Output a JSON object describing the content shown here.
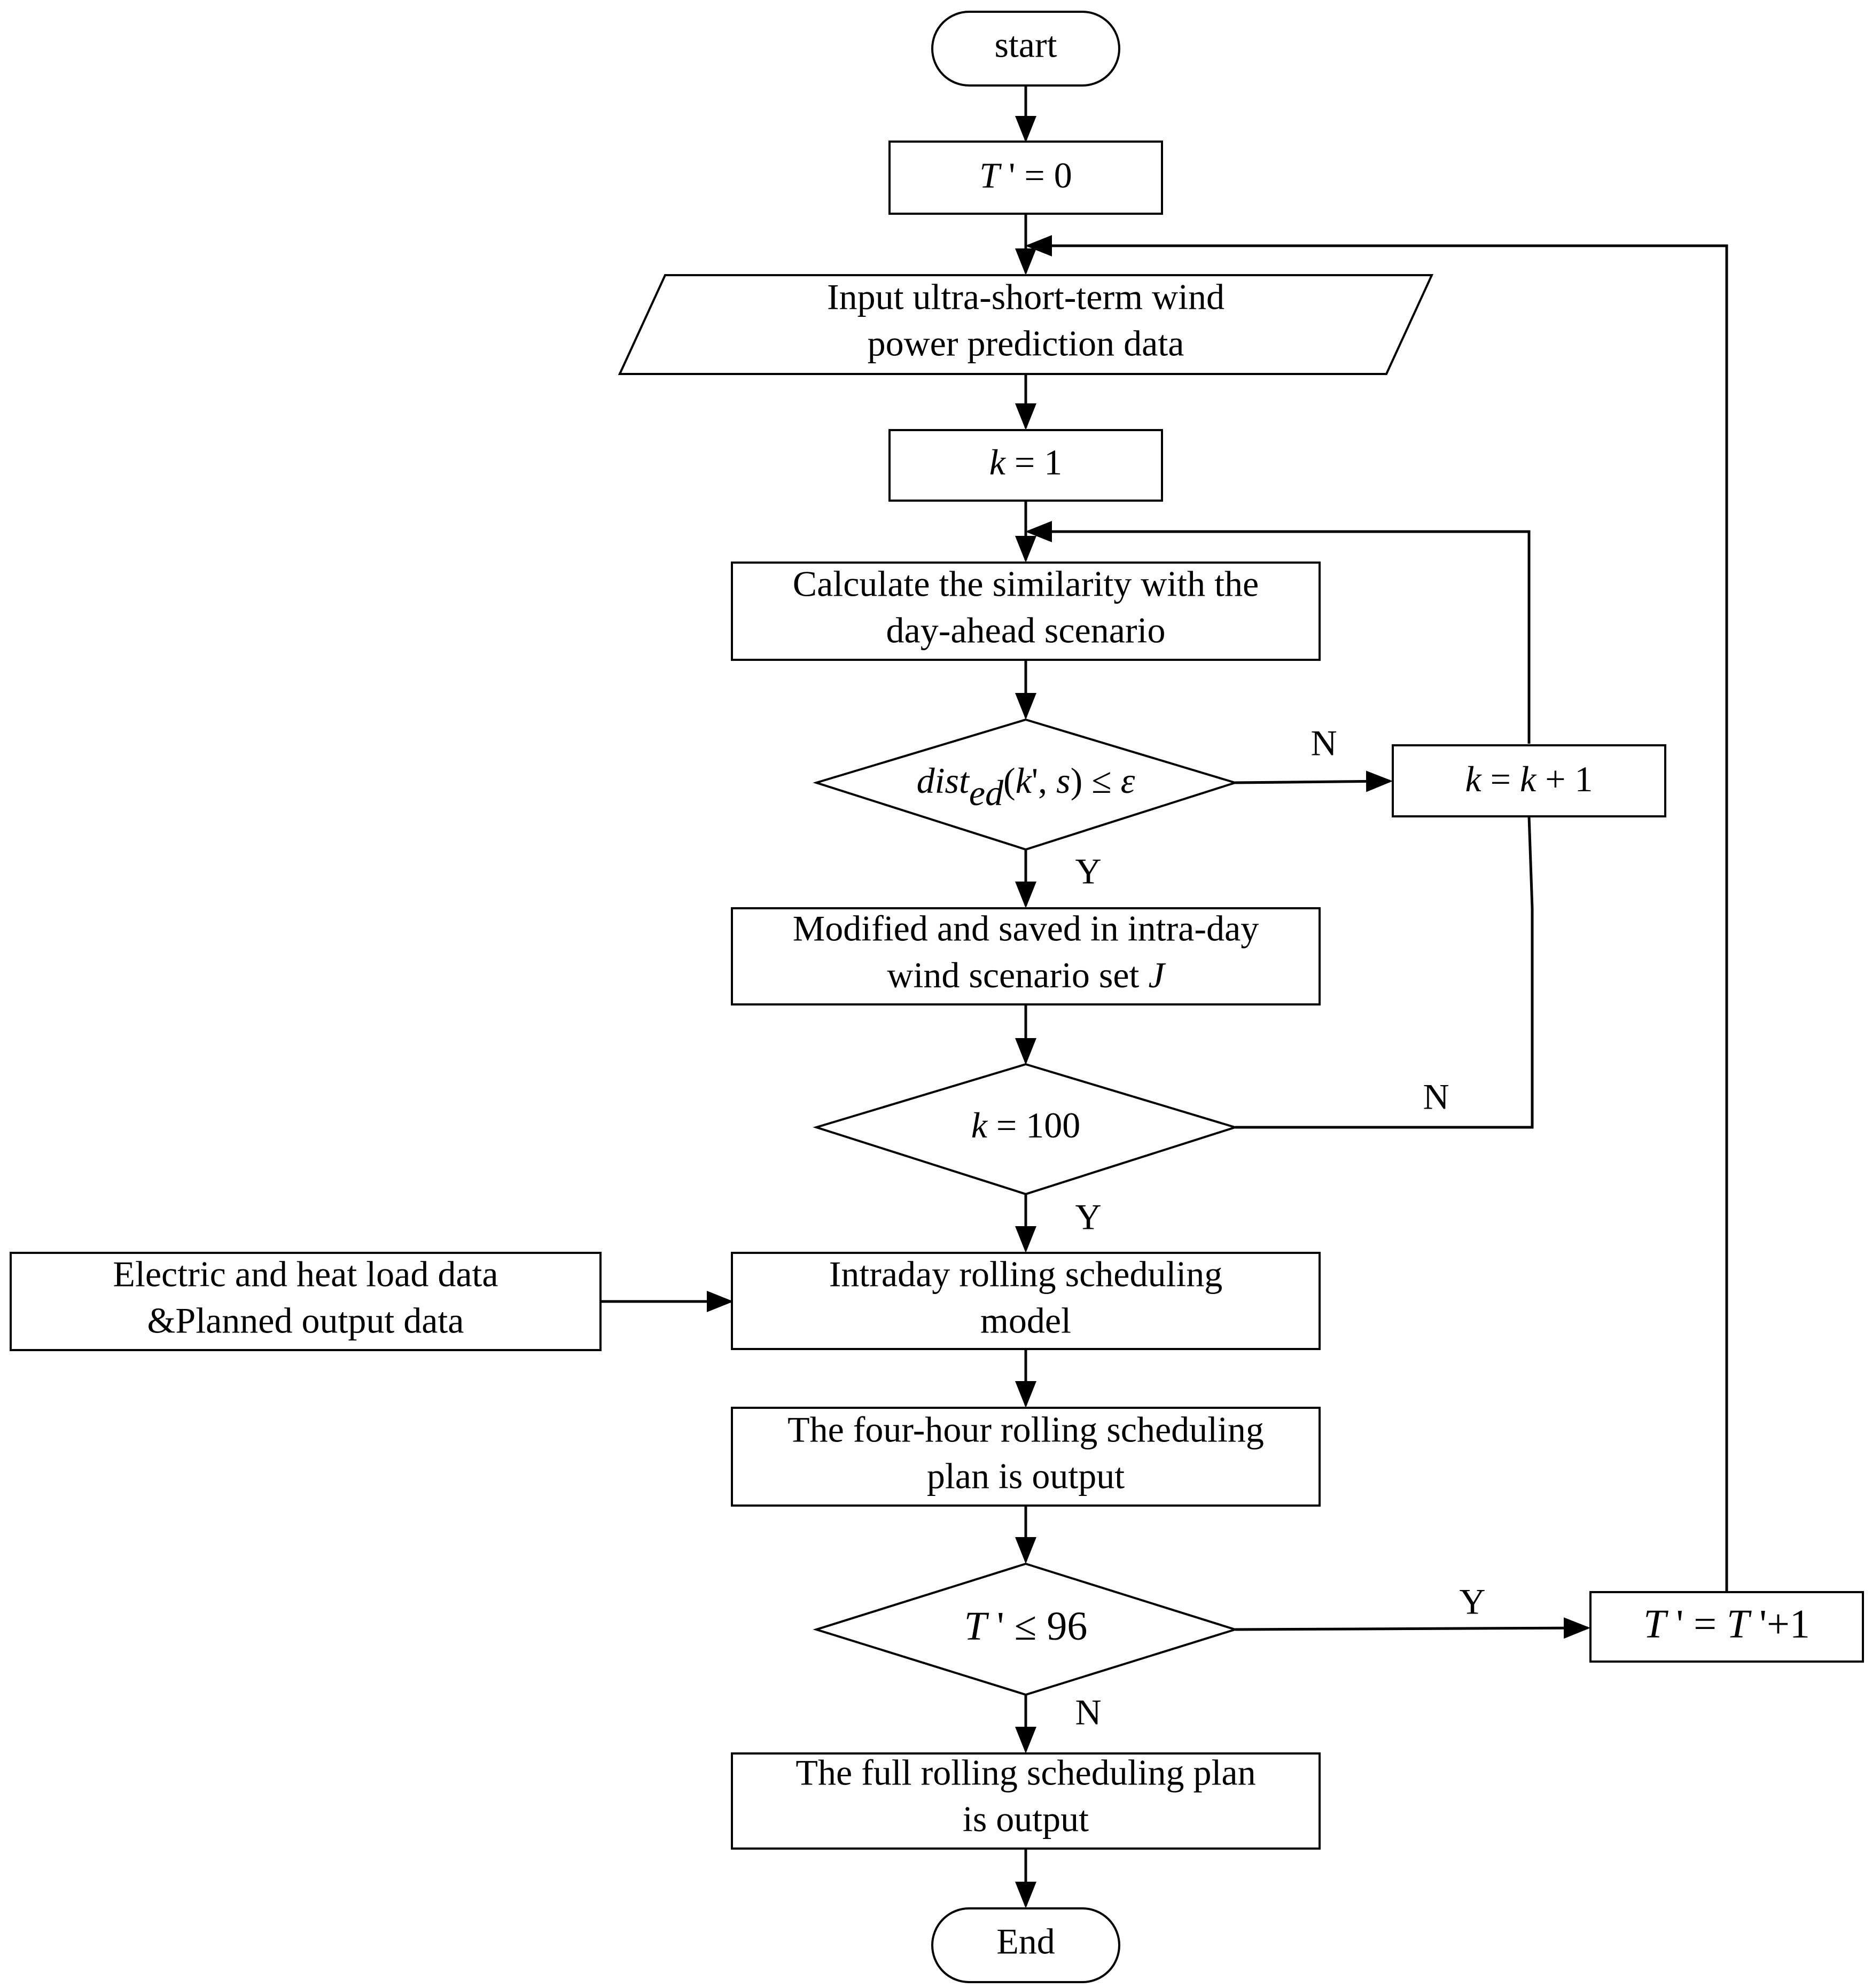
{
  "flowchart": {
    "start": "start",
    "init_t": "T ' = 0",
    "input_data": [
      "Input ultra-short-term wind",
      "power prediction data"
    ],
    "init_k": "k = 1",
    "calc_similarity": [
      "Calculate the similarity with the",
      "day-ahead scenario"
    ],
    "check_distance": "dist_ed(k', s) ≤ ε",
    "increment_k": "k = k + 1",
    "save_scenario": [
      "Modified and saved in intra-day",
      "wind scenario set J"
    ],
    "check_k": "k = 100",
    "external_input": [
      "Electric and heat load data",
      "&Planned output data"
    ],
    "rolling_model": [
      "Intraday rolling scheduling",
      "model"
    ],
    "four_hour_output": [
      "The four-hour rolling scheduling",
      "plan is output"
    ],
    "check_t": "T ' ≤ 96",
    "increment_t": "T ' = T '+1",
    "full_output": [
      "The full rolling scheduling plan",
      "is output"
    ],
    "end": "End"
  },
  "branch_labels": {
    "distance_no": "N",
    "distance_yes": "Y",
    "k_no": "N",
    "k_yes": "Y",
    "t_yes": "Y",
    "t_no": "N"
  }
}
